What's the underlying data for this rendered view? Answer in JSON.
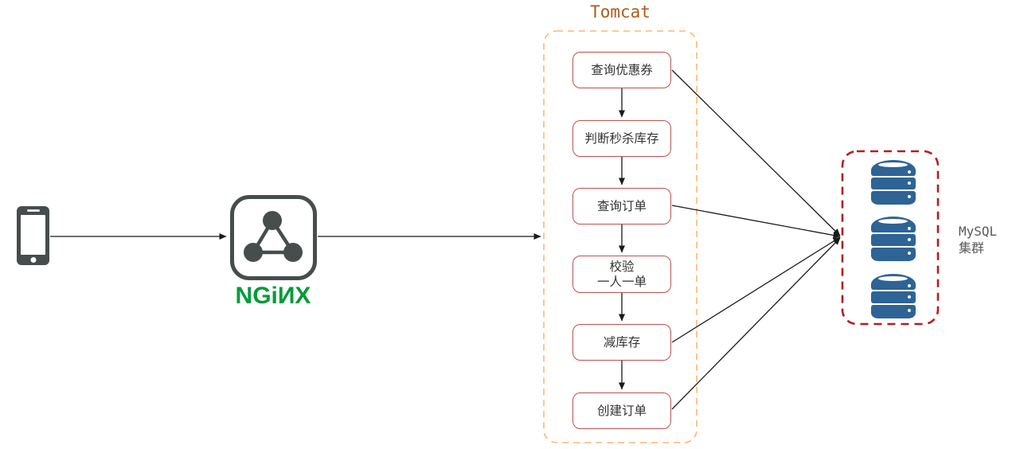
{
  "diagram": {
    "client": {
      "type": "mobile-phone"
    },
    "nginx": {
      "wordmark": "NGiИX"
    },
    "tomcat": {
      "title": "Tomcat",
      "steps": [
        "查询优惠券",
        "判断秒杀库存",
        "查询订单",
        "校验\n一人一单",
        "减库存",
        "创建订单"
      ]
    },
    "mysql": {
      "label": "MySQL\n集群",
      "database_count": 3
    }
  },
  "colors": {
    "gray-node": "#474d4d",
    "nginx-green": "#009b3a",
    "tomcat-title": "#b05a1e",
    "tomcat-dash": "#ffb570",
    "step-border": "#b85450",
    "step-text": "#333333",
    "mysql-dash": "#b02020",
    "db-blue": "#2e6396",
    "label-gray": "#595959",
    "line-color": "#1a1a1a"
  }
}
